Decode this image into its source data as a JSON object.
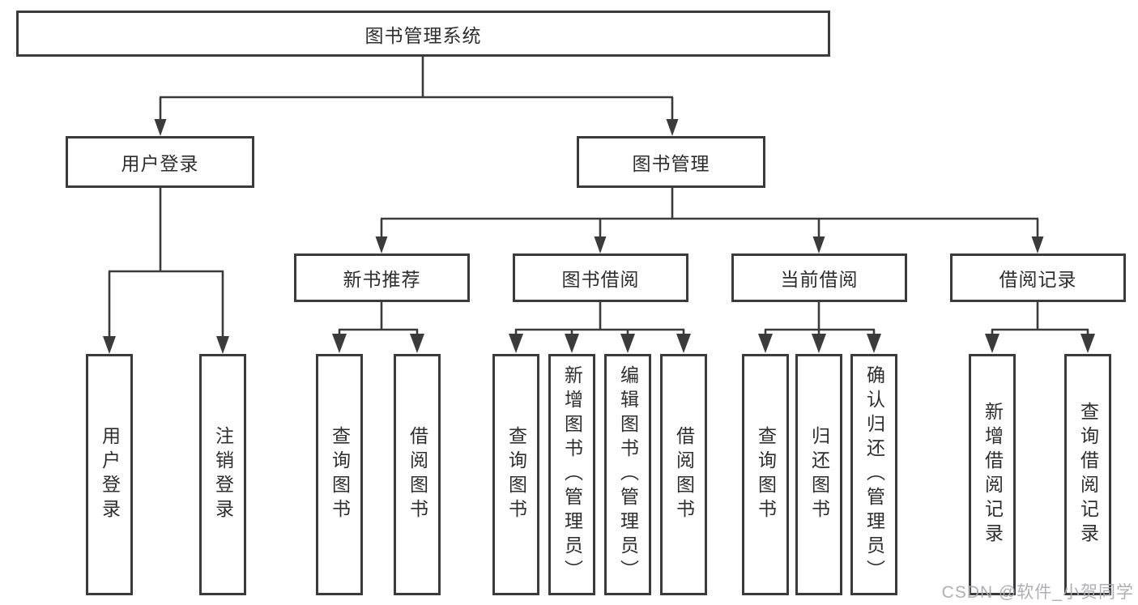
{
  "tree": {
    "label": "图书管理系统",
    "children": [
      {
        "label": "用户登录",
        "children": [
          {
            "label": "用户登录"
          },
          {
            "label": "注销登录"
          }
        ]
      },
      {
        "label": "图书管理",
        "children": [
          {
            "label": "新书推荐",
            "children": [
              {
                "label": "查询图书"
              },
              {
                "label": "借阅图书"
              }
            ]
          },
          {
            "label": "图书借阅",
            "children": [
              {
                "label": "查询图书"
              },
              {
                "label": "新增图书（管理员）"
              },
              {
                "label": "编辑图书（管理员）"
              },
              {
                "label": "借阅图书"
              }
            ]
          },
          {
            "label": "当前借阅",
            "children": [
              {
                "label": "查询图书"
              },
              {
                "label": "归还图书"
              },
              {
                "label": "确认归还（管理员）"
              }
            ]
          },
          {
            "label": "借阅记录",
            "children": [
              {
                "label": "新增借阅记录"
              },
              {
                "label": "查询借阅记录"
              }
            ]
          }
        ]
      }
    ]
  },
  "watermark": {
    "text": "CSDN @软件_小贺同学"
  },
  "colors": {
    "line": "#3b3b3b",
    "watermark": "#a8a8b0"
  }
}
